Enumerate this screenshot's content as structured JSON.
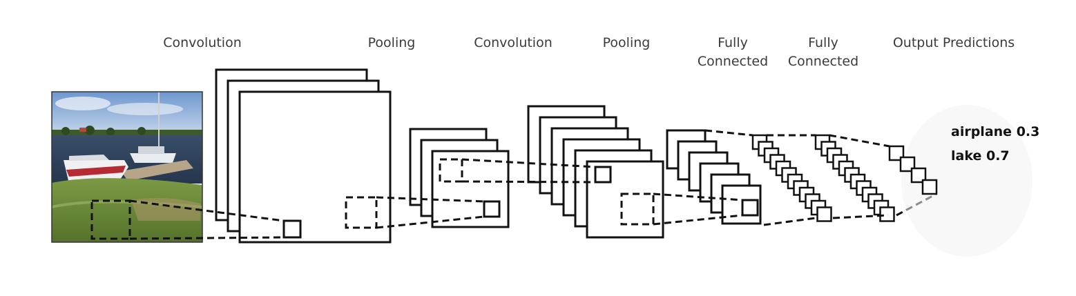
{
  "stage_labels": [
    {
      "id": "conv1",
      "lines": [
        "Convolution"
      ]
    },
    {
      "id": "pool1",
      "lines": [
        "Pooling"
      ]
    },
    {
      "id": "conv2",
      "lines": [
        "Convolution"
      ]
    },
    {
      "id": "pool2",
      "lines": [
        "Pooling"
      ]
    },
    {
      "id": "fc1",
      "lines": [
        "Fully",
        "Connected"
      ]
    },
    {
      "id": "fc2",
      "lines": [
        "Fully",
        "Connected"
      ]
    },
    {
      "id": "output",
      "lines": [
        "Output Predictions"
      ]
    }
  ],
  "predictions": [
    {
      "label": "airplane",
      "score": "0.3"
    },
    {
      "label": "lake",
      "score": "0.7"
    }
  ],
  "input_image": {
    "subject": "boats docked at a lake shore with grass",
    "colors": {
      "sky": "#7fa6d6",
      "water": "#3f5470",
      "grass": "#6f8f3a"
    }
  },
  "stroke_color": "#111111"
}
